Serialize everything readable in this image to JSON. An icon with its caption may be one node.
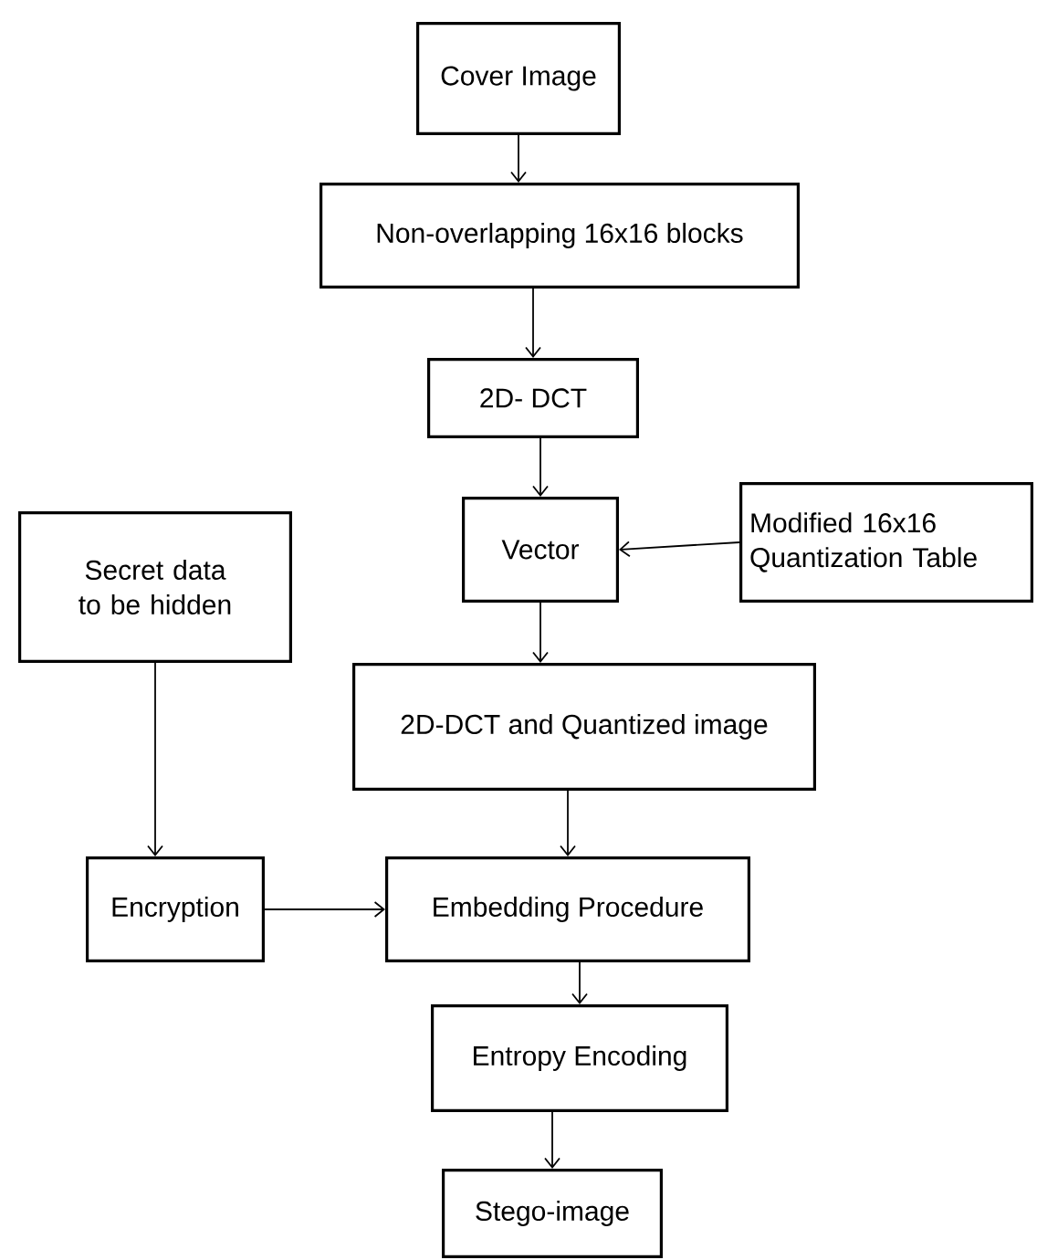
{
  "diagram": {
    "nodes": [
      {
        "text": [
          "Cover Image"
        ]
      },
      {
        "text": [
          "Non-overlapping 16x16 blocks"
        ]
      },
      {
        "text": [
          "2D- DCT"
        ]
      },
      {
        "text": [
          "Vector"
        ]
      },
      {
        "text": [
          "Modified 16x16 Quantization Table"
        ]
      },
      {
        "text": [
          "Secret data to be hidden"
        ]
      },
      {
        "text": [
          "2D-DCT and Quantized image"
        ]
      },
      {
        "text": [
          "Encryption"
        ]
      },
      {
        "text": [
          "Embedding Procedure"
        ]
      },
      {
        "text": [
          "Entropy Encoding"
        ]
      },
      {
        "text": [
          "Stego-image"
        ]
      }
    ],
    "edges": [
      {
        "from": 0,
        "to": 1,
        "arrow": "to"
      },
      {
        "from": 1,
        "to": 2,
        "arrow": "to"
      },
      {
        "from": 2,
        "to": 3,
        "arrow": "to"
      },
      {
        "from": 4,
        "to": 3,
        "arrow": "to"
      },
      {
        "from": 3,
        "to": 6,
        "arrow": "to"
      },
      {
        "from": 5,
        "to": 7,
        "arrow": "to"
      },
      {
        "from": 6,
        "to": 8,
        "arrow": "to"
      },
      {
        "from": 7,
        "to": 8,
        "arrow": "to"
      },
      {
        "from": 8,
        "to": 9,
        "arrow": "to"
      },
      {
        "from": 9,
        "to": 10,
        "arrow": "to"
      }
    ]
  }
}
